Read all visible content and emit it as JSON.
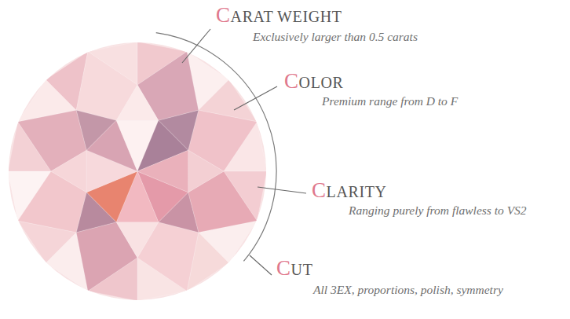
{
  "diagram": {
    "labels": [
      "CARAT WEIGHT",
      "Exclusively larger than 0.5 carats",
      "COLOR",
      "Premium range from D to F",
      "CLARITY",
      "Ranging purely from flawless to VS2",
      "CUT",
      "All 3EX, proportions, polish, symmetry"
    ]
  }
}
